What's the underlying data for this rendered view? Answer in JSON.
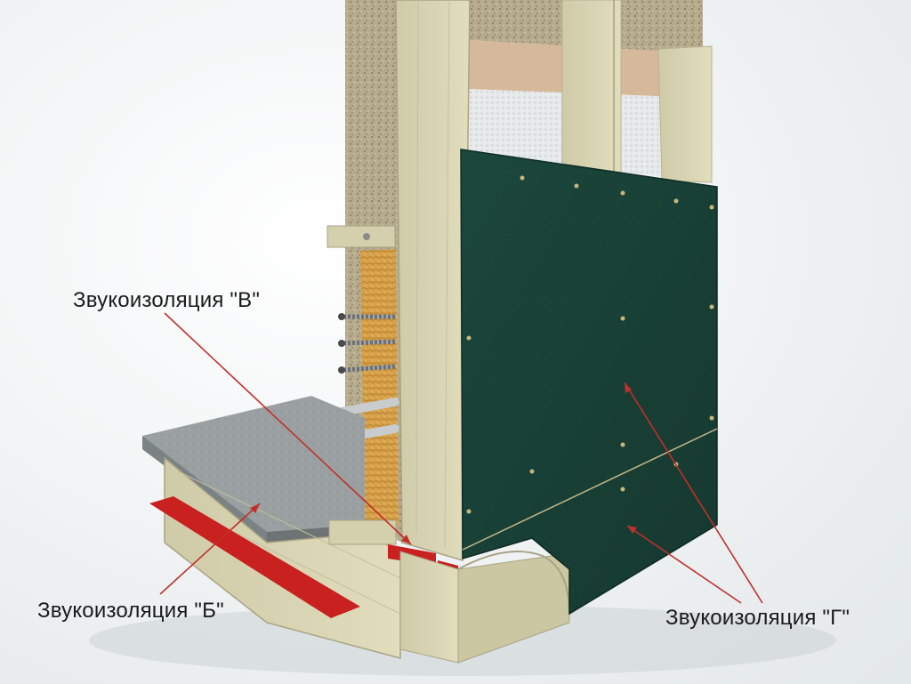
{
  "labels": {
    "v": "Звукоизоляция \"В\"",
    "b": "Звукоизоляция \"Б\"",
    "g": "Звукоизоляция \"Г\""
  },
  "colors": {
    "background": "#eef1f2",
    "panel": "#1c4a3e",
    "wood": "#d8d4b2",
    "osb": "#b9ad90",
    "foam": "#e4e7e8",
    "concrete": "#8f9697",
    "red_tape": "#c8211f",
    "mineral_wool": "#d9a74f",
    "leader": "#c0302a"
  }
}
